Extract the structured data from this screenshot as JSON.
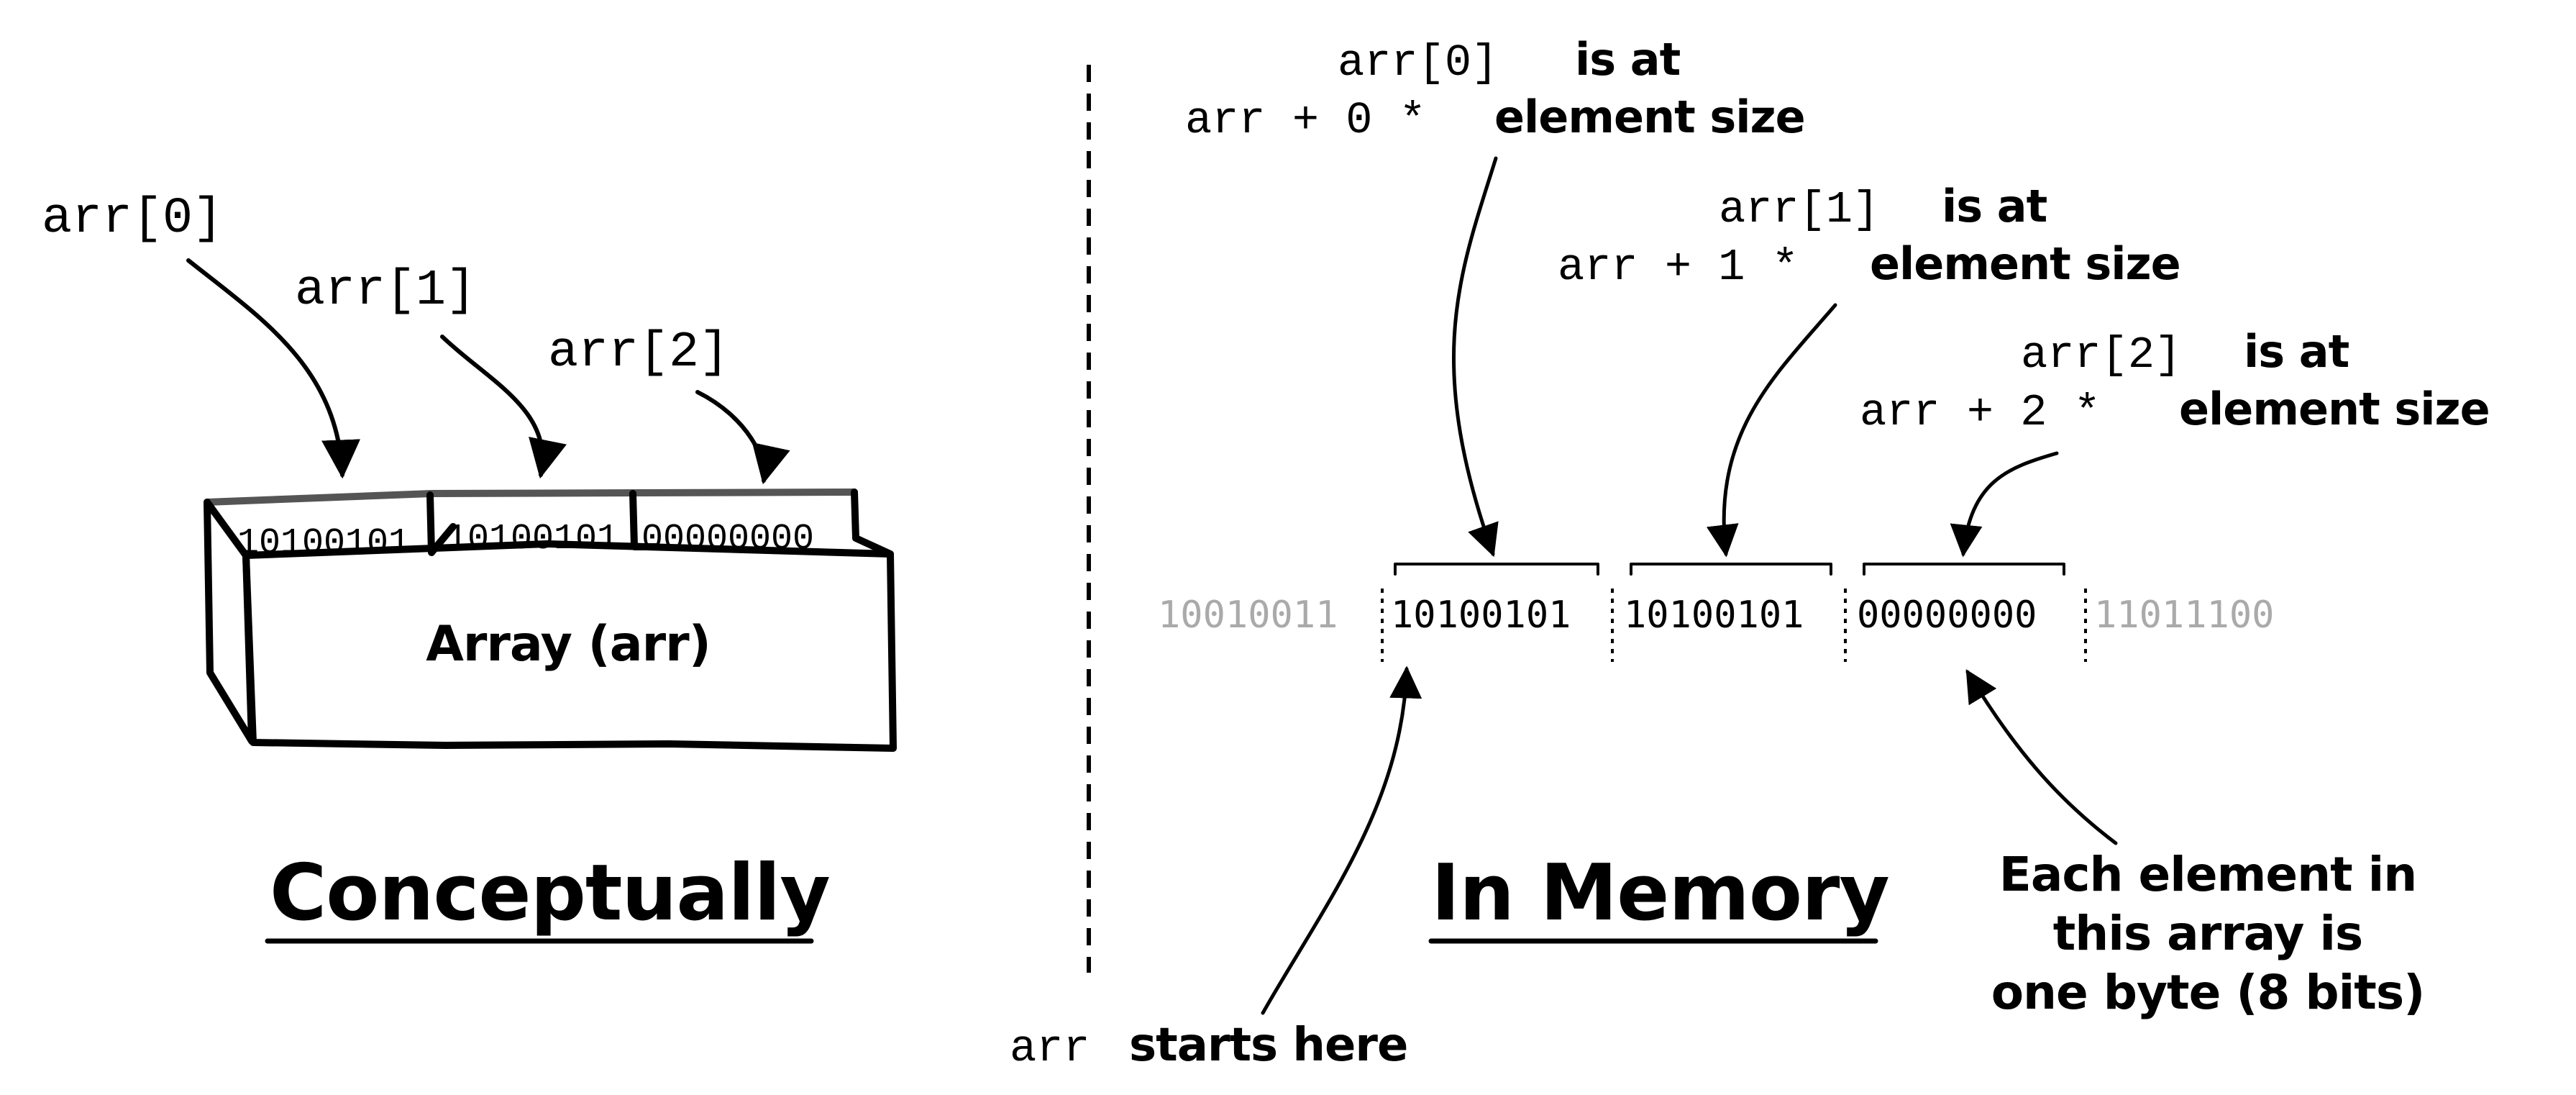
{
  "left": {
    "labels": [
      "arr[0]",
      "arr[1]",
      "arr[2]"
    ],
    "box_label": "Array (arr)",
    "bits": [
      "10100101",
      "10100101",
      "00000000"
    ],
    "caption": "Conceptually"
  },
  "right": {
    "caption": "In Memory",
    "bytes": [
      "10010011",
      "10100101",
      "10100101",
      "00000000",
      "11011100"
    ],
    "annotations": [
      {
        "code": "arr[0]",
        "text": "is at",
        "formula_code": "arr + 0 *",
        "formula_text": "element size"
      },
      {
        "code": "arr[1]",
        "text": "is at",
        "formula_code": "arr + 1 *",
        "formula_text": "element size"
      },
      {
        "code": "arr[2]",
        "text": "is at",
        "formula_code": "arr + 2 *",
        "formula_text": "element size"
      }
    ],
    "start_note": {
      "code": "arr",
      "text": "starts here"
    },
    "element_note": [
      "Each element in",
      "this array is",
      "one byte (8 bits)"
    ]
  },
  "colors": {
    "ink": "#000000",
    "faded": "#aaaaaa",
    "box_top": "#555555"
  }
}
